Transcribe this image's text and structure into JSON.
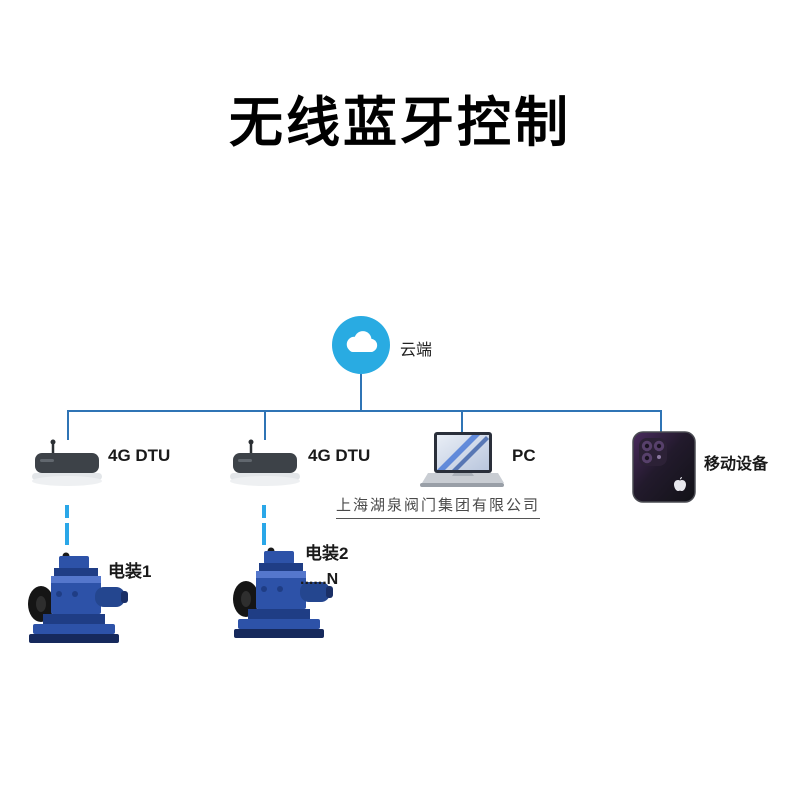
{
  "title": "无线蓝牙控制",
  "watermark": "上海湖泉阀门集团有限公司",
  "nodes": {
    "cloud": {
      "label": "云端"
    },
    "dtu1": {
      "label": "4G DTU"
    },
    "dtu2": {
      "label": "4G DTU"
    },
    "pc": {
      "label": "PC"
    },
    "mobile": {
      "label": "移动设备"
    },
    "device1": {
      "label": "电装1"
    },
    "device2": {
      "label": "电装2",
      "sublabel": "......N"
    }
  },
  "colors": {
    "cloud_blue": "#29abe2",
    "tree_line_blue": "#2f74b5",
    "connector_blue": "#2aa7e8",
    "actuator_blue": "#2d52a8"
  }
}
